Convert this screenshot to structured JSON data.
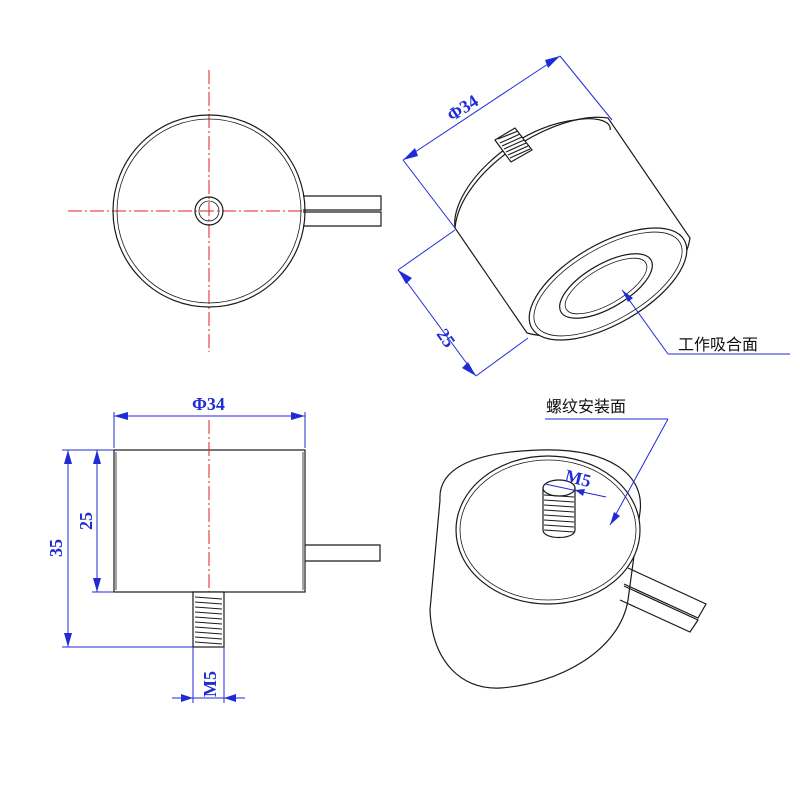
{
  "dimensions": {
    "iso_top_diameter": "Φ34",
    "iso_top_height": "25",
    "front_diameter": "Φ34",
    "front_height_total": "35",
    "front_height_body": "25",
    "front_thread": "M5",
    "iso_bottom_thread": "M5"
  },
  "labels": {
    "working_face": "工作吸合面",
    "mount_face": "螺纹安装面"
  },
  "colors": {
    "outline": "#1a1a1a",
    "centerline": "#e0201a",
    "dimension": "#1f2bd6"
  }
}
